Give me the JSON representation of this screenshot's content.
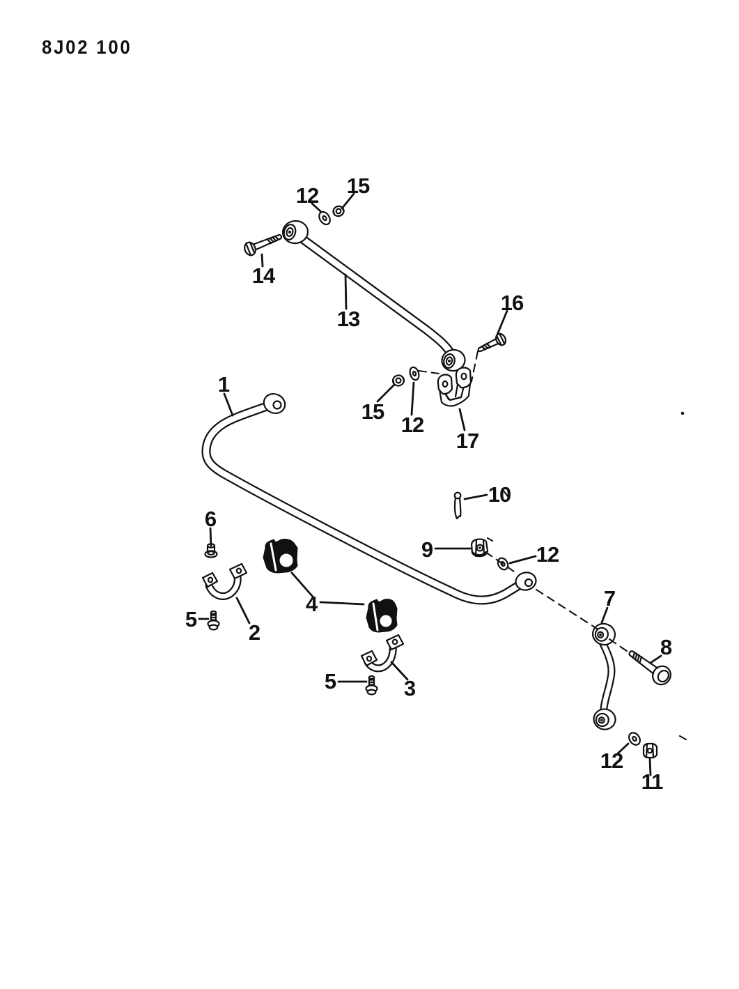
{
  "page": {
    "figure_code": "8J02 100",
    "paper_color": "#ffffff",
    "ink_color": "#111111"
  },
  "callouts": [
    {
      "label": "1"
    },
    {
      "label": "2"
    },
    {
      "label": "3"
    },
    {
      "label": "4"
    },
    {
      "label": "5"
    },
    {
      "label": "5"
    },
    {
      "label": "6"
    },
    {
      "label": "7"
    },
    {
      "label": "8"
    },
    {
      "label": "9"
    },
    {
      "label": "10"
    },
    {
      "label": "11"
    },
    {
      "label": "12"
    },
    {
      "label": "12"
    },
    {
      "label": "12"
    },
    {
      "label": "12"
    },
    {
      "label": "13"
    },
    {
      "label": "14"
    },
    {
      "label": "15"
    },
    {
      "label": "15"
    },
    {
      "label": "16"
    },
    {
      "label": "17"
    }
  ]
}
